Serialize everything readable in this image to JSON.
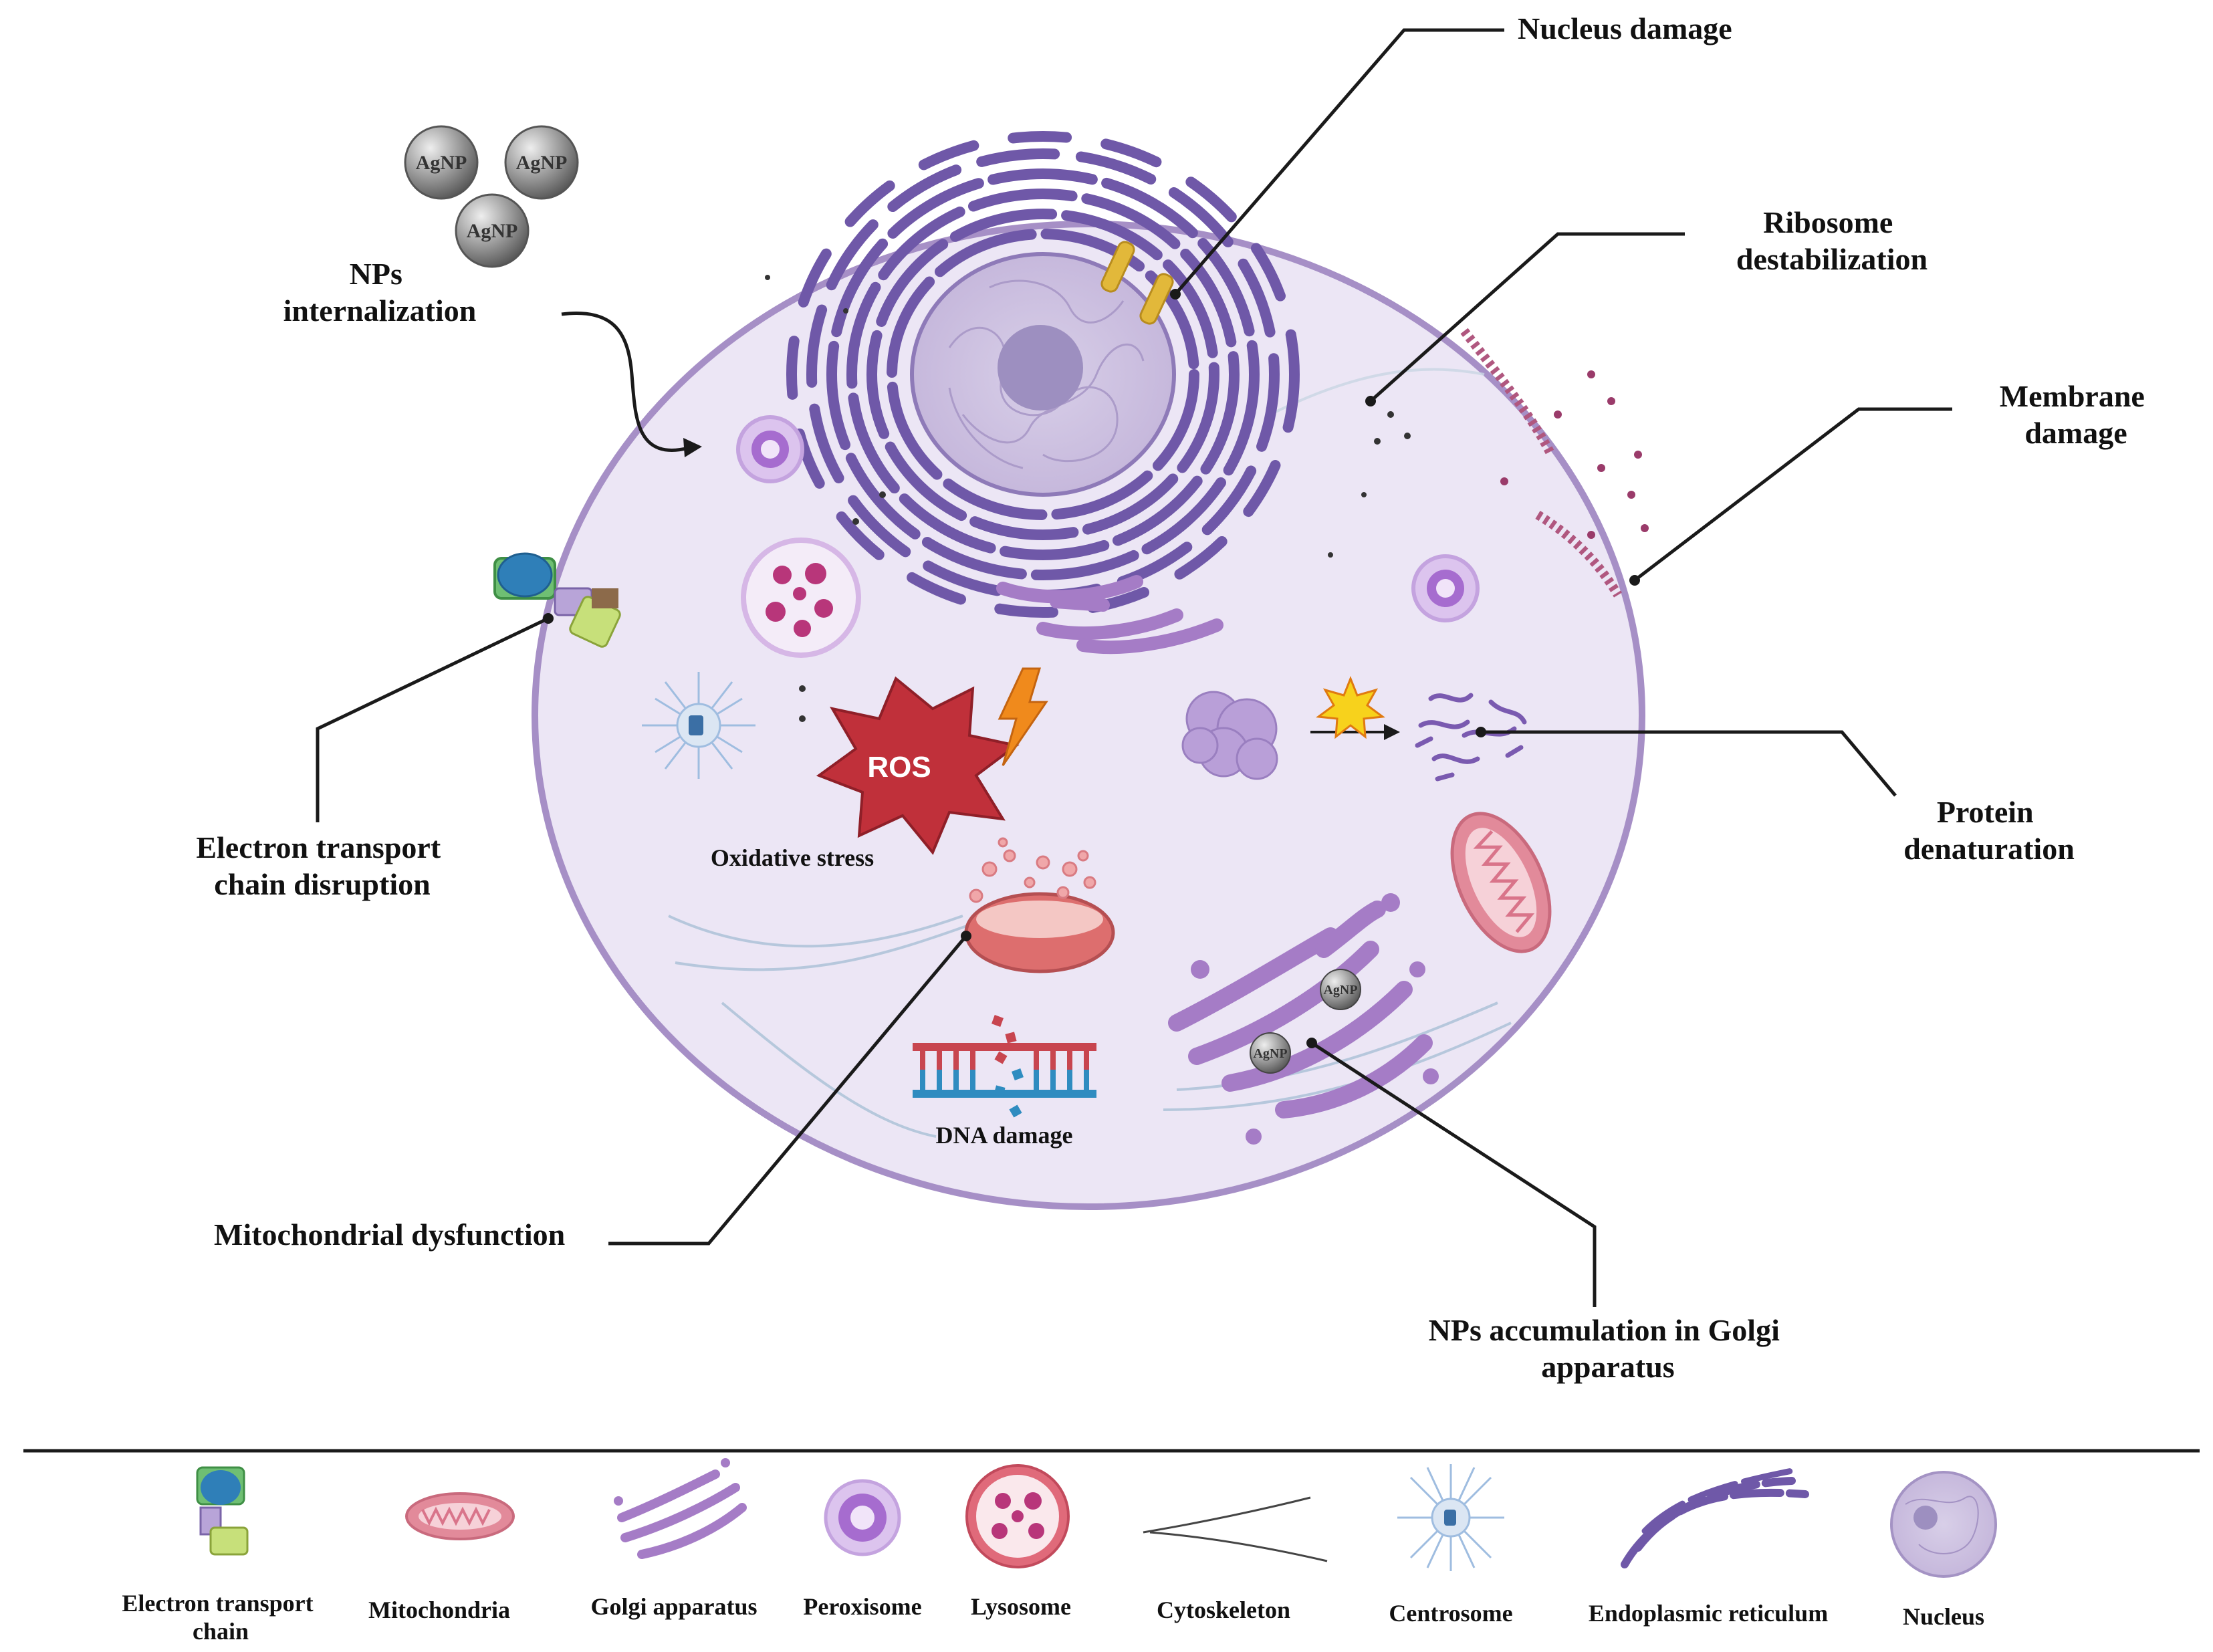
{
  "nanoparticles": {
    "label": "AgNP",
    "count": 3
  },
  "callouts": {
    "nucleus_damage": "Nucleus damage",
    "ribosome": [
      "Ribosome",
      "destabilization"
    ],
    "membrane": [
      "Membrane",
      "damage"
    ],
    "np_internalization": [
      "NPs",
      "internalization"
    ],
    "etc_disruption": [
      "Electron transport",
      "chain disruption"
    ],
    "protein": [
      "Protein",
      "denaturation"
    ],
    "mito_dysfunction": "Mitochondrial dysfunction",
    "golgi_accumulation": [
      "NPs accumulation in Golgi",
      "apparatus"
    ]
  },
  "inner_labels": {
    "ros": "ROS",
    "oxidative_stress": "Oxidative stress",
    "dna_damage": "DNA damage"
  },
  "legend": [
    {
      "key": "etc",
      "label": [
        "Electron transport",
        "chain"
      ]
    },
    {
      "key": "mitochondria",
      "label": [
        "Mitochondria"
      ]
    },
    {
      "key": "golgi",
      "label": [
        "Golgi apparatus"
      ]
    },
    {
      "key": "peroxisome",
      "label": [
        "Peroxisome"
      ]
    },
    {
      "key": "lysosome",
      "label": [
        "Lysosome"
      ]
    },
    {
      "key": "cytoskeleton",
      "label": [
        "Cytoskeleton"
      ]
    },
    {
      "key": "centrosome",
      "label": [
        "Centrosome"
      ]
    },
    {
      "key": "er",
      "label": [
        "Endoplasmic reticulum"
      ]
    },
    {
      "key": "nucleus",
      "label": [
        "Nucleus"
      ]
    }
  ],
  "colors": {
    "cell_fill": "#ece6f5",
    "cell_border": "#a68fc6",
    "er": "#7a63b3",
    "golgi": "#a57cc6",
    "mitochondria": "#e28a9a",
    "ros": "#c0303a",
    "bolt": "#f08a1c",
    "dna_red": "#c8454f",
    "dna_blue": "#2f8cc0",
    "membrane_damage": "#9a3b6a"
  }
}
